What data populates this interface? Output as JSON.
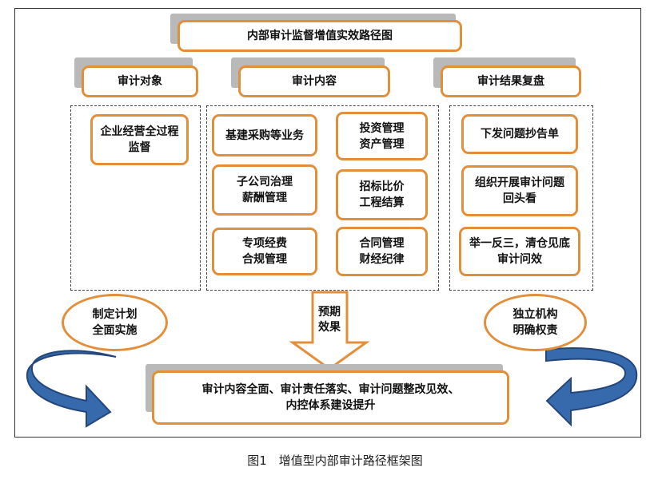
{
  "diagram": {
    "title": "内部审计监督增值实效路径图",
    "headers": {
      "objects": "审计对象",
      "content": "审计内容",
      "review": "审计结果复盘"
    },
    "objects_items": [
      "企业经营全过程\n监督"
    ],
    "content_left": [
      "基建采购等业务",
      "子公司治理\n薪酬管理",
      "专项经费\n合规管理"
    ],
    "content_right": [
      "投资管理\n资产管理",
      "招标比价\n工程结算",
      "合同管理\n财经纪律"
    ],
    "review_items": [
      "下发问题抄告单",
      "组织开展审计问题\n回头看",
      "举一反三，清仓见底\n审计问效"
    ],
    "left_ellipse": "制定计划\n全面实施",
    "right_ellipse": "独立机构\n明确权责",
    "arrow_label": "预期\n效果",
    "outcome": "审计内容全面、审计责任落实、审计问题整改见效、\n内控体系建设提升"
  },
  "caption": "图1　增值型内部审计路径框架图",
  "colors": {
    "box_border": "#e28f3c",
    "shadow": "#b9b9b9",
    "curved_arrow": "#2e5b9a"
  }
}
